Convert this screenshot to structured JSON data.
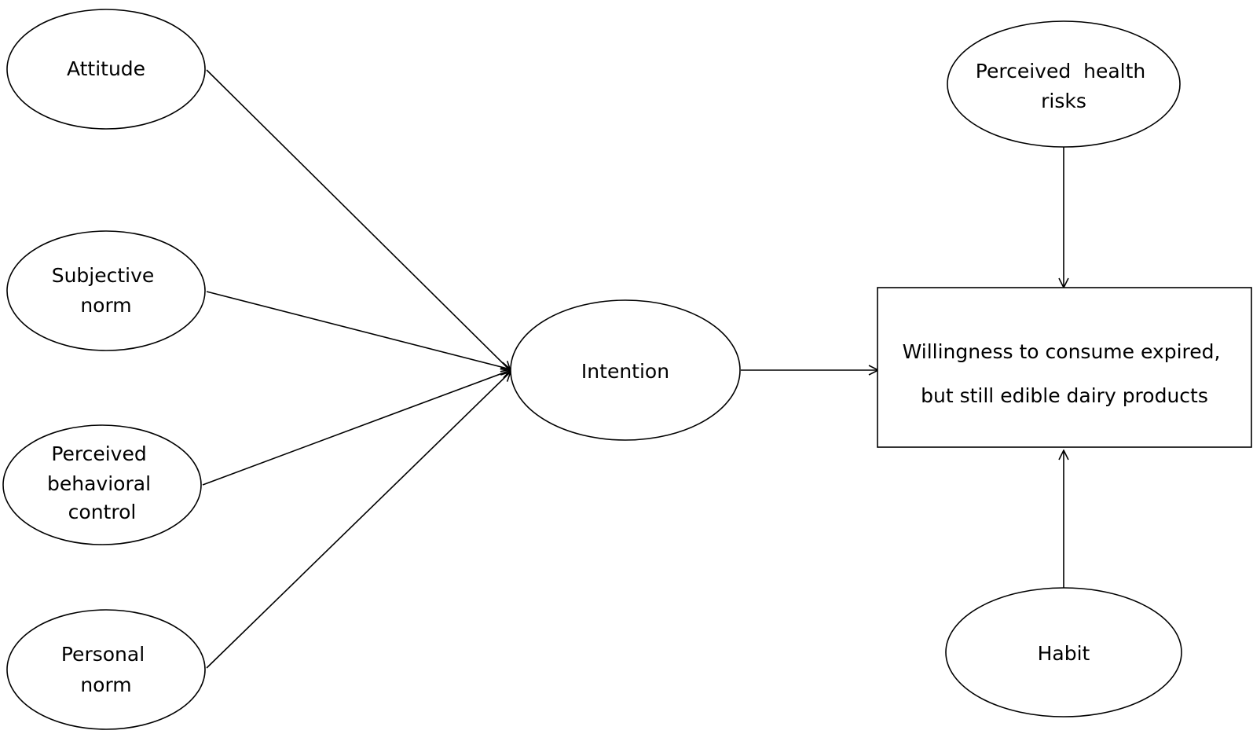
{
  "diagram": {
    "nodes": {
      "attitude": {
        "lines": [
          "Attitude"
        ]
      },
      "subjective_norm": {
        "lines": [
          "Subjective",
          "norm"
        ]
      },
      "perceived_behavioral_control": {
        "lines": [
          "Perceived",
          "behavioral",
          "control"
        ]
      },
      "personal_norm": {
        "lines": [
          "Personal",
          "norm"
        ]
      },
      "intention": {
        "lines": [
          "Intention"
        ]
      },
      "perceived_health_risks": {
        "lines": [
          "Perceived  health",
          "risks"
        ]
      },
      "willingness": {
        "lines": [
          "Willingness to consume expired,",
          "but still edible dairy products"
        ]
      },
      "habit": {
        "lines": [
          "Habit"
        ]
      }
    },
    "edges": [
      {
        "from": "attitude",
        "to": "intention"
      },
      {
        "from": "subjective_norm",
        "to": "intention"
      },
      {
        "from": "perceived_behavioral_control",
        "to": "intention"
      },
      {
        "from": "personal_norm",
        "to": "intention"
      },
      {
        "from": "intention",
        "to": "willingness"
      },
      {
        "from": "perceived_health_risks",
        "to": "willingness"
      },
      {
        "from": "habit",
        "to": "willingness"
      }
    ],
    "colors": {
      "stroke": "#000000",
      "fill": "#ffffff",
      "text": "#000000"
    }
  }
}
